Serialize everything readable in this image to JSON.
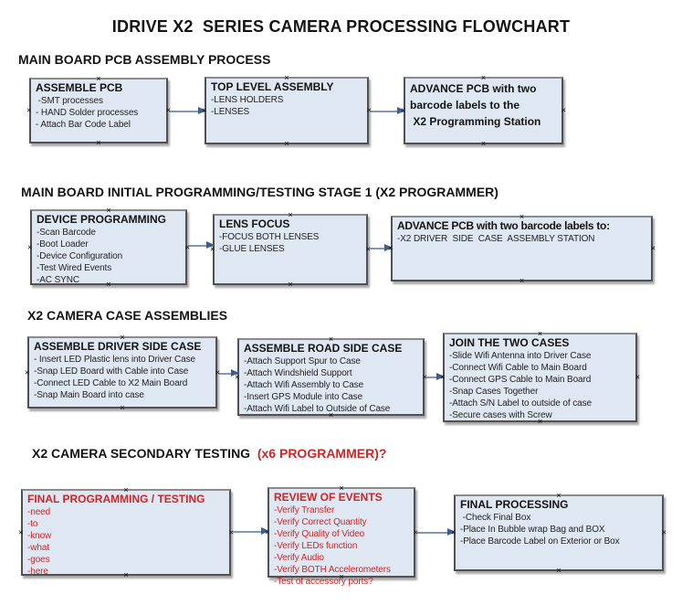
{
  "page_title": "IDRIVE X2  SERIES CAMERA PROCESSING FLOWCHART",
  "colors": {
    "box_fill": "#dee7f2",
    "box_border": "#515151",
    "arrow_line": "#8099b9",
    "arrow_head": "#3c5f93",
    "accent_red": "#cc2626",
    "text_black": "#141414"
  },
  "icons": {
    "connector_handle": "×"
  },
  "sections": [
    {
      "heading": "MAIN BOARD PCB ASSEMBLY PROCESS",
      "boxes": [
        {
          "title": "ASSEMBLE PCB",
          "items": [
            " -SMT processes",
            "- HAND Solder processes",
            "- Attach Bar Code Label"
          ]
        },
        {
          "title": "TOP LEVEL ASSEMBLY",
          "items": [
            "-LENS HOLDERS",
            "-LENSES"
          ]
        },
        {
          "title": "ADVANCE PCB with two",
          "items": [
            "barcode labels to the",
            " X2 Programming Station"
          ]
        }
      ]
    },
    {
      "heading": "MAIN BOARD INITIAL PROGRAMMING/TESTING STAGE 1 (X2 PROGRAMMER)",
      "boxes": [
        {
          "title": "DEVICE PROGRAMMING",
          "items": [
            "-Scan Barcode",
            "-Boot Loader",
            "-Device Configuration",
            "-Test Wired Events",
            "-AC SYNC"
          ]
        },
        {
          "title": "LENS FOCUS",
          "items": [
            "-FOCUS BOTH LENSES",
            "-GLUE LENSES"
          ]
        },
        {
          "title": "ADVANCE PCB with two barcode labels to:",
          "items": [
            "-X2 DRIVER  SIDE  CASE  ASSEMBLY STATION"
          ]
        }
      ]
    },
    {
      "heading": "X2 CAMERA CASE ASSEMBLIES",
      "boxes": [
        {
          "title": "ASSEMBLE DRIVER SIDE CASE",
          "items": [
            "- Insert LED Plastic lens into Driver Case",
            "-Snap LED Board with Cable into Case",
            "-Connect LED Cable to X2 Main Board",
            "-Snap Main Board into case"
          ]
        },
        {
          "title": "ASSEMBLE ROAD SIDE CASE",
          "items": [
            "-Attach Support Spur to Case",
            "-Attach Windshield Support",
            "-Attach Wifi Assembly to Case",
            "-Insert GPS Module into Case",
            "-Attach Wifi Label to Outside of Case"
          ]
        },
        {
          "title": "JOIN THE TWO CASES",
          "items": [
            "-Slide Wifi Antenna into Driver Case",
            "-Connect Wifi Cable to Main Board",
            "-Connect GPS Cable to Main Board",
            "-Snap Cases Together",
            "-Attach S/N Label to outside of case",
            "-Secure cases with Screw"
          ]
        }
      ]
    },
    {
      "heading": "X2 CAMERA SECONDARY TESTING  ",
      "heading_red": "(x6 PROGRAMMER)?",
      "boxes": [
        {
          "title": "FINAL PROGRAMMING / TESTING",
          "items": [
            "-need",
            "-to",
            "-know",
            "-what",
            "-goes",
            "-here"
          ]
        },
        {
          "title": "REVIEW OF EVENTS",
          "items": [
            "-Verify Transfer",
            "-Verify Correct Quantity",
            "-Verify Quality of Video",
            "-Verify LEDs function",
            "-Verify Audio",
            "-Verify BOTH Accelerometers",
            "-Test of accessory ports?"
          ]
        },
        {
          "title": "FINAL PROCESSING",
          "items": [
            " -Check Final Box",
            "-Place In Bubble wrap Bag and BOX",
            "-Place Barcode Label on Exterior or Box"
          ]
        }
      ]
    }
  ]
}
